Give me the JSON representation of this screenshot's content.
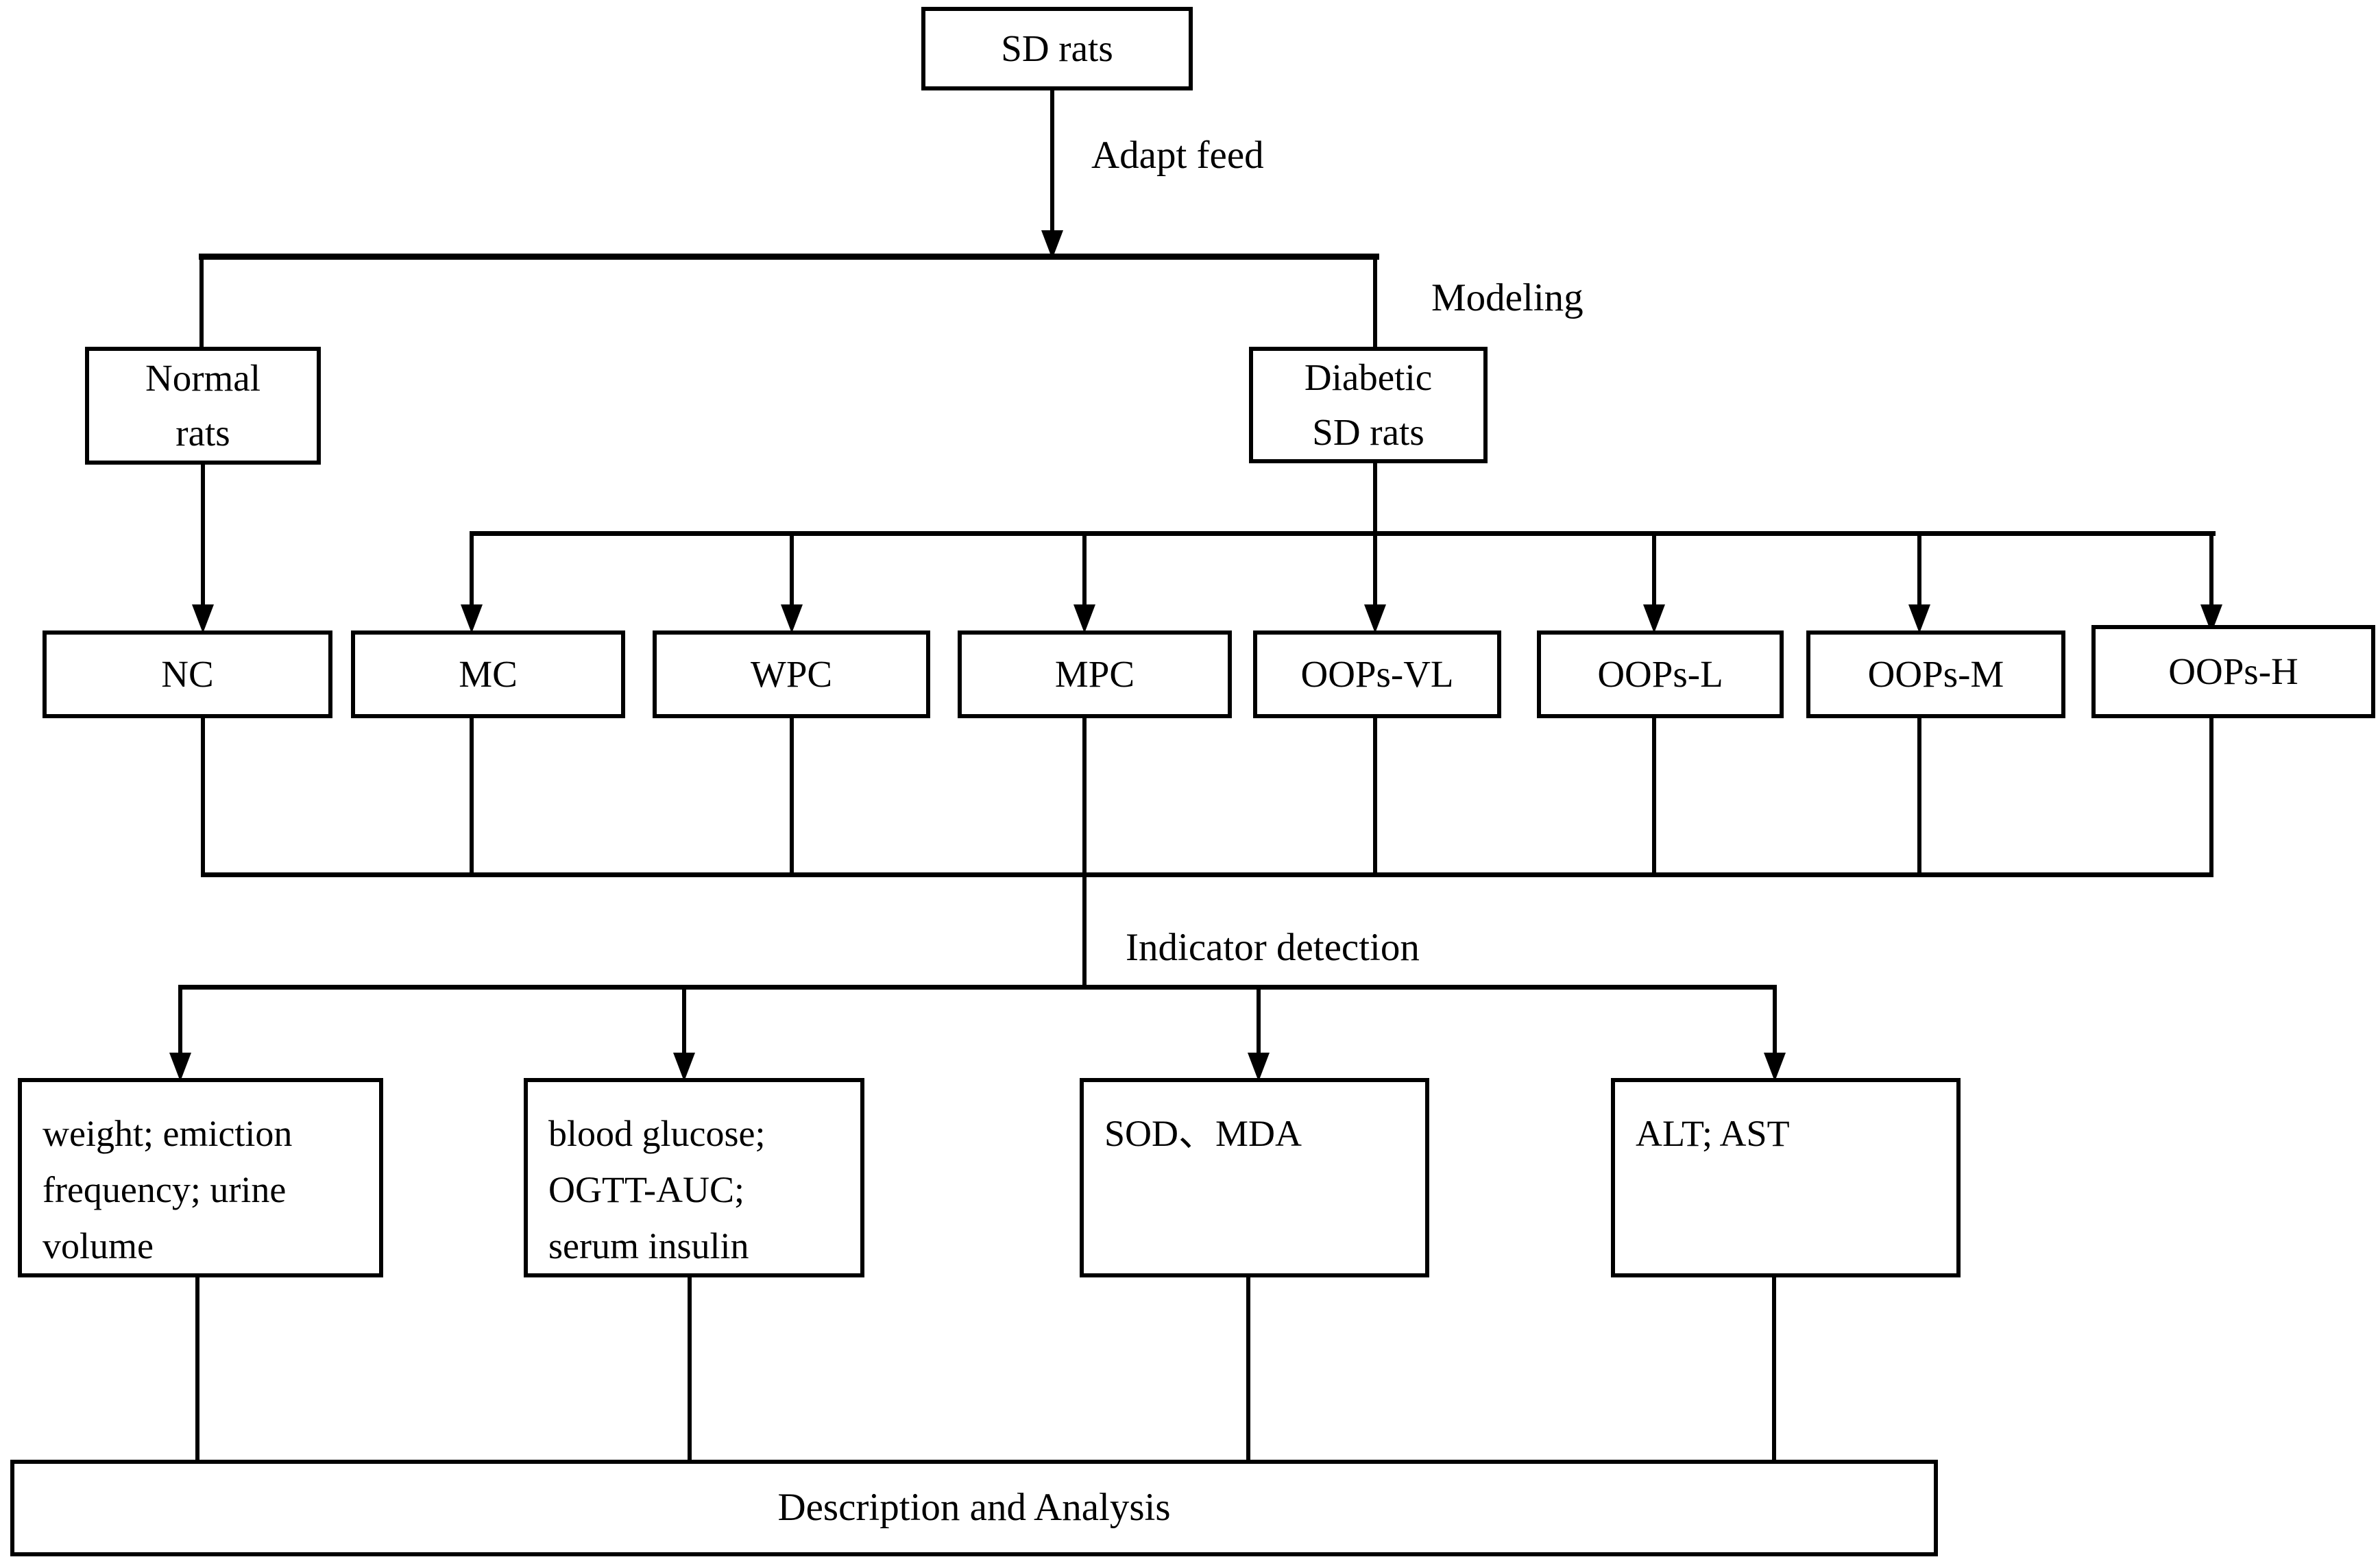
{
  "diagram": {
    "type": "flowchart",
    "colors": {
      "line": "#000000",
      "background": "#ffffff",
      "text": "#000000"
    },
    "nodes": {
      "sd_rats": {
        "label": "SD rats"
      },
      "normal_rats": {
        "lines": [
          "Normal",
          "rats"
        ]
      },
      "diabetic_sd_rats": {
        "lines": [
          "Diabetic",
          "SD rats"
        ]
      },
      "description": {
        "label": "Description and Analysis"
      }
    },
    "labels": {
      "adapt_feed": "Adapt feed",
      "modeling": "Modeling",
      "indicator_detection": "Indicator detection"
    },
    "groups": [
      {
        "label": "NC"
      },
      {
        "label": "MC"
      },
      {
        "label": "WPC"
      },
      {
        "label": "MPC"
      },
      {
        "label": "OOPs-VL"
      },
      {
        "label": "OOPs-L"
      },
      {
        "label": "OOPs-M"
      },
      {
        "label": "OOPs-H"
      }
    ],
    "indicators": [
      {
        "lines": [
          "weight; emiction",
          "frequency; urine",
          "volume"
        ]
      },
      {
        "lines": [
          "blood glucose;",
          "OGTT-AUC;",
          "serum insulin"
        ]
      },
      {
        "lines": [
          "SOD、MDA"
        ]
      },
      {
        "lines": [
          "ALT; AST"
        ]
      }
    ]
  }
}
